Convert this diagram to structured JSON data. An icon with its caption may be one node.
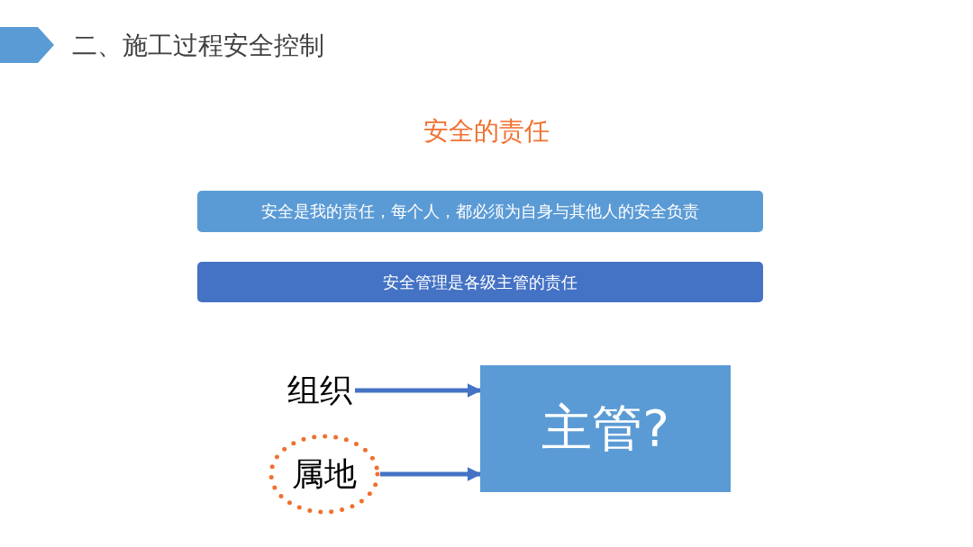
{
  "diagram": {
    "title": "二、施工过程安全控制",
    "nodes": [
      {
        "text": [
          "安全是我的责任，每个人，都必须为自身与其他人的安全负责"
        ]
      },
      {
        "text": [
          "安全管理是各级主管的责任"
        ]
      },
      {
        "text": [
          "组织"
        ]
      },
      {
        "text": [
          "属地"
        ]
      },
      {
        "text": [
          "主管?"
        ]
      }
    ],
    "edges": [
      {
        "from": 2,
        "to": 4,
        "arrow": "to"
      },
      {
        "from": 3,
        "to": 4,
        "arrow": "to"
      }
    ],
    "labels": [
      "安全的责任"
    ]
  }
}
